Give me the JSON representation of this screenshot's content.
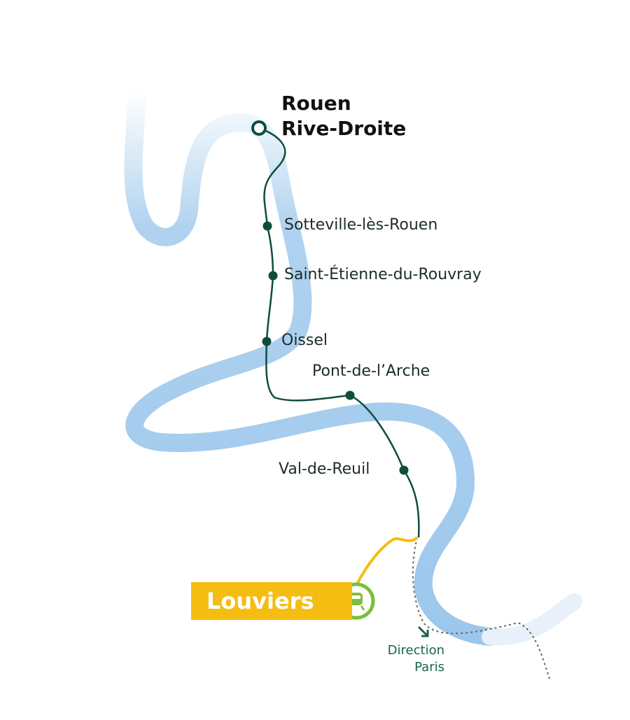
{
  "terminus_origin": {
    "line1": "Rouen",
    "line2": "Rive-Droite"
  },
  "stations": [
    {
      "name": "Sotteville-lès-Rouen"
    },
    {
      "name": "Saint-Étienne-du-Rouvray"
    },
    {
      "name": "Oissel"
    },
    {
      "name": "Pont-de-l’Arche"
    },
    {
      "name": "Val-de-Reuil"
    }
  ],
  "terminus_destination": {
    "name": "Louviers",
    "icon": "train-icon"
  },
  "direction": {
    "line1": "Direction",
    "line2": "Paris",
    "icon": "arrow-down-right-icon"
  },
  "colors": {
    "river": "#9cc7ec",
    "line": "#0e4d3c",
    "branch": "#f5bd11",
    "terminal_ring": "#7bbf3a"
  }
}
